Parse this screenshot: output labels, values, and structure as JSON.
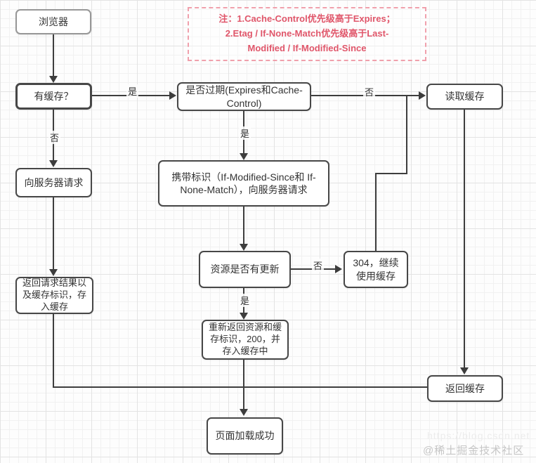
{
  "diagram": {
    "type": "flowchart",
    "topic": "browser-cache-flow",
    "nodes": {
      "browser": {
        "label": "浏览器"
      },
      "has_cache": {
        "label": "有缓存？"
      },
      "expired": {
        "label": "是否过期(Expires和Cache-Control)"
      },
      "read_cache": {
        "label": "读取缓存"
      },
      "request_server": {
        "label": "向服务器请求"
      },
      "carry_id": {
        "label": "携带标识（If-Modified-Since和 If-None-Match），向服务器请求"
      },
      "resource_updated": {
        "label": "资源是否有更新"
      },
      "not_modified_304": {
        "label": "304，继续使用缓存"
      },
      "return_result": {
        "label": "返回请求结果以及缓存标识，存入缓存"
      },
      "return_resource_200": {
        "label": "重新返回资源和缓存标识，200，并存入缓存中"
      },
      "return_cache": {
        "label": "返回缓存"
      },
      "page_loaded": {
        "label": "页面加载成功"
      }
    },
    "edge_labels": {
      "yes": "是",
      "no": "否"
    },
    "note": {
      "line1": "注：1.Cache-Control优先级高于Expires；",
      "line2": "2.Etag / If-None-Match优先级高于Last-",
      "line3": "Modified / If-Modified-Since",
      "text_color": "#e0566a",
      "border_color": "#f0a0ac"
    },
    "watermark": "@稀土掘金技术社区",
    "watermark_faint": "https://blog.csdn.net",
    "colors": {
      "line": "#3d3d3d",
      "node_border": "#474747",
      "browser_node_border": "#979797",
      "text": "#333333",
      "background": "#fdfdfd"
    }
  }
}
